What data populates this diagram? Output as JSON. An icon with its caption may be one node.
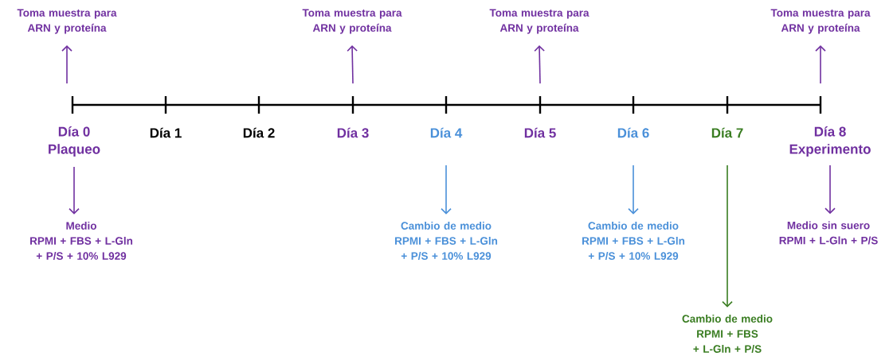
{
  "diagram": {
    "nodes": [
      {
        "text": [
          "Toma muestra para ARN y proteína"
        ]
      },
      {
        "text": [
          "Toma muestra para ARN y proteína"
        ]
      },
      {
        "text": [
          "Toma muestra para ARN y proteína"
        ]
      },
      {
        "text": [
          "Toma muestra para ARN y proteína"
        ]
      },
      {
        "text": [
          "Día 0",
          "Plaqueo"
        ]
      },
      {
        "text": [
          "Día 1"
        ]
      },
      {
        "text": [
          "Día 2"
        ]
      },
      {
        "text": [
          "Día 3"
        ]
      },
      {
        "text": [
          "Día 4"
        ]
      },
      {
        "text": [
          "Día 5"
        ]
      },
      {
        "text": [
          "Día 6"
        ]
      },
      {
        "text": [
          "Día 7"
        ]
      },
      {
        "text": [
          "Día 8",
          "Experimento"
        ]
      },
      {
        "text": [
          "Medio",
          "RPMI + FBS + L-Gln + P/S + 10% L929"
        ]
      },
      {
        "text": [
          "Cambio de medio",
          "RPMI + FBS + L-Gln + P/S + 10% L929"
        ]
      },
      {
        "text": [
          "Cambio de medio",
          "RPMI + FBS + L-Gln + P/S + 10% L929"
        ]
      },
      {
        "text": [
          "Medio sin suero",
          "RPMI + L-Gln + P/S"
        ]
      },
      {
        "text": [
          "Cambio de medio",
          "RPMI + FBS + L-Gln + P/S"
        ]
      }
    ],
    "edges": [
      {
        "from": null,
        "to": 0,
        "arrow": "to"
      },
      {
        "from": null,
        "to": 1,
        "arrow": "to"
      },
      {
        "from": null,
        "to": 2,
        "arrow": "to"
      },
      {
        "from": null,
        "to": 3,
        "arrow": "to"
      },
      {
        "from": 4,
        "to": 13,
        "arrow": "to"
      },
      {
        "from": 8,
        "to": 14,
        "arrow": "to",
        "color": "#4a90d9"
      },
      {
        "from": 10,
        "to": 15,
        "arrow": "to",
        "color": "#4a90d9"
      },
      {
        "from": 12,
        "to": 16,
        "arrow": "to"
      },
      {
        "from": 11,
        "to": 17,
        "arrow": "to",
        "color": "#3a7d22"
      }
    ]
  }
}
